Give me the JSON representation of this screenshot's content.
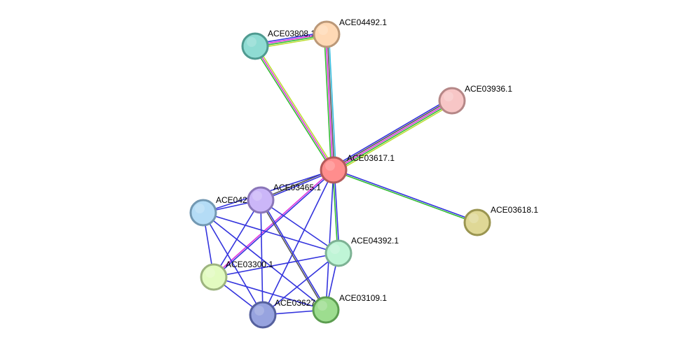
{
  "network": {
    "nodes": [
      {
        "id": "ACE03617.1",
        "label": "ACE03617.1",
        "fill": "#ff8d8d",
        "stroke": "#b25a5a"
      },
      {
        "id": "ACE03808.1",
        "label": "ACE03808.1",
        "fill": "#8fdcd3",
        "stroke": "#4f9a90"
      },
      {
        "id": "ACE04492.1",
        "label": "ACE04492.1",
        "fill": "#ffd9b5",
        "stroke": "#bb9878"
      },
      {
        "id": "ACE03936.1",
        "label": "ACE03936.1",
        "fill": "#f7c6c6",
        "stroke": "#b58787"
      },
      {
        "id": "ACE03618.1",
        "label": "ACE03618.1",
        "fill": "#dfd896",
        "stroke": "#9a9550"
      },
      {
        "id": "ACE03465.1",
        "label": "ACE03465.1",
        "fill": "#cbb6f8",
        "stroke": "#8a76b8"
      },
      {
        "id": "ACE042",
        "label": "ACE042",
        "fill": "#b4dcf6",
        "stroke": "#7298b2"
      },
      {
        "id": "ACE04392.1",
        "label": "ACE04392.1",
        "fill": "#bff5d6",
        "stroke": "#7db294"
      },
      {
        "id": "ACE03300.1",
        "label": "ACE03300.1",
        "fill": "#e2fbc0",
        "stroke": "#9db47f"
      },
      {
        "id": "ACE03627.1",
        "label": "ACE03627.1",
        "fill": "#97a3df",
        "stroke": "#55609d"
      },
      {
        "id": "ACE03109.1",
        "label": "ACE03109.1",
        "fill": "#9ddd8f",
        "stroke": "#5c9d50"
      }
    ],
    "edge_colors": {
      "blue": "#3333dd",
      "green": "#33bb33",
      "magenta": "#dd33dd",
      "yellowgreen": "#bbdd33",
      "cyan": "#33bbdd",
      "darkgray": "#555555"
    },
    "edges": [
      {
        "source": "ACE03617.1",
        "target": "ACE03936.1",
        "colors": [
          "blue",
          "darkgray",
          "magenta",
          "green",
          "yellowgreen"
        ]
      },
      {
        "source": "ACE03617.1",
        "target": "ACE03618.1",
        "colors": [
          "blue",
          "green"
        ]
      },
      {
        "source": "ACE03617.1",
        "target": "ACE03808.1",
        "colors": [
          "green",
          "magenta",
          "yellowgreen"
        ]
      },
      {
        "source": "ACE03617.1",
        "target": "ACE04492.1",
        "colors": [
          "green",
          "magenta",
          "darkgray",
          "cyan"
        ]
      },
      {
        "source": "ACE03808.1",
        "target": "ACE04492.1",
        "colors": [
          "blue",
          "magenta",
          "green",
          "yellowgreen"
        ]
      },
      {
        "source": "ACE03617.1",
        "target": "ACE03465.1",
        "colors": [
          "blue",
          "darkgray"
        ]
      },
      {
        "source": "ACE03617.1",
        "target": "ACE042",
        "colors": [
          "blue"
        ]
      },
      {
        "source": "ACE03617.1",
        "target": "ACE04392.1",
        "colors": [
          "blue",
          "green"
        ]
      },
      {
        "source": "ACE03617.1",
        "target": "ACE03300.1",
        "colors": [
          "blue",
          "magenta"
        ]
      },
      {
        "source": "ACE03617.1",
        "target": "ACE03627.1",
        "colors": [
          "blue"
        ]
      },
      {
        "source": "ACE03617.1",
        "target": "ACE03109.1",
        "colors": [
          "blue"
        ]
      },
      {
        "source": "ACE03465.1",
        "target": "ACE042",
        "colors": [
          "blue"
        ]
      },
      {
        "source": "ACE03465.1",
        "target": "ACE04392.1",
        "colors": [
          "blue"
        ]
      },
      {
        "source": "ACE03465.1",
        "target": "ACE03300.1",
        "colors": [
          "blue"
        ]
      },
      {
        "source": "ACE03465.1",
        "target": "ACE03627.1",
        "colors": [
          "blue"
        ]
      },
      {
        "source": "ACE03465.1",
        "target": "ACE03109.1",
        "colors": [
          "blue",
          "darkgray"
        ]
      },
      {
        "source": "ACE042",
        "target": "ACE04392.1",
        "colors": [
          "blue"
        ]
      },
      {
        "source": "ACE042",
        "target": "ACE03300.1",
        "colors": [
          "blue"
        ]
      },
      {
        "source": "ACE042",
        "target": "ACE03627.1",
        "colors": [
          "blue"
        ]
      },
      {
        "source": "ACE042",
        "target": "ACE03109.1",
        "colors": [
          "blue"
        ]
      },
      {
        "source": "ACE04392.1",
        "target": "ACE03300.1",
        "colors": [
          "blue"
        ]
      },
      {
        "source": "ACE04392.1",
        "target": "ACE03627.1",
        "colors": [
          "blue"
        ]
      },
      {
        "source": "ACE04392.1",
        "target": "ACE03109.1",
        "colors": [
          "blue"
        ]
      },
      {
        "source": "ACE03300.1",
        "target": "ACE03627.1",
        "colors": [
          "blue"
        ]
      },
      {
        "source": "ACE03300.1",
        "target": "ACE03109.1",
        "colors": [
          "blue"
        ]
      },
      {
        "source": "ACE03627.1",
        "target": "ACE03109.1",
        "colors": [
          "blue"
        ]
      }
    ]
  }
}
